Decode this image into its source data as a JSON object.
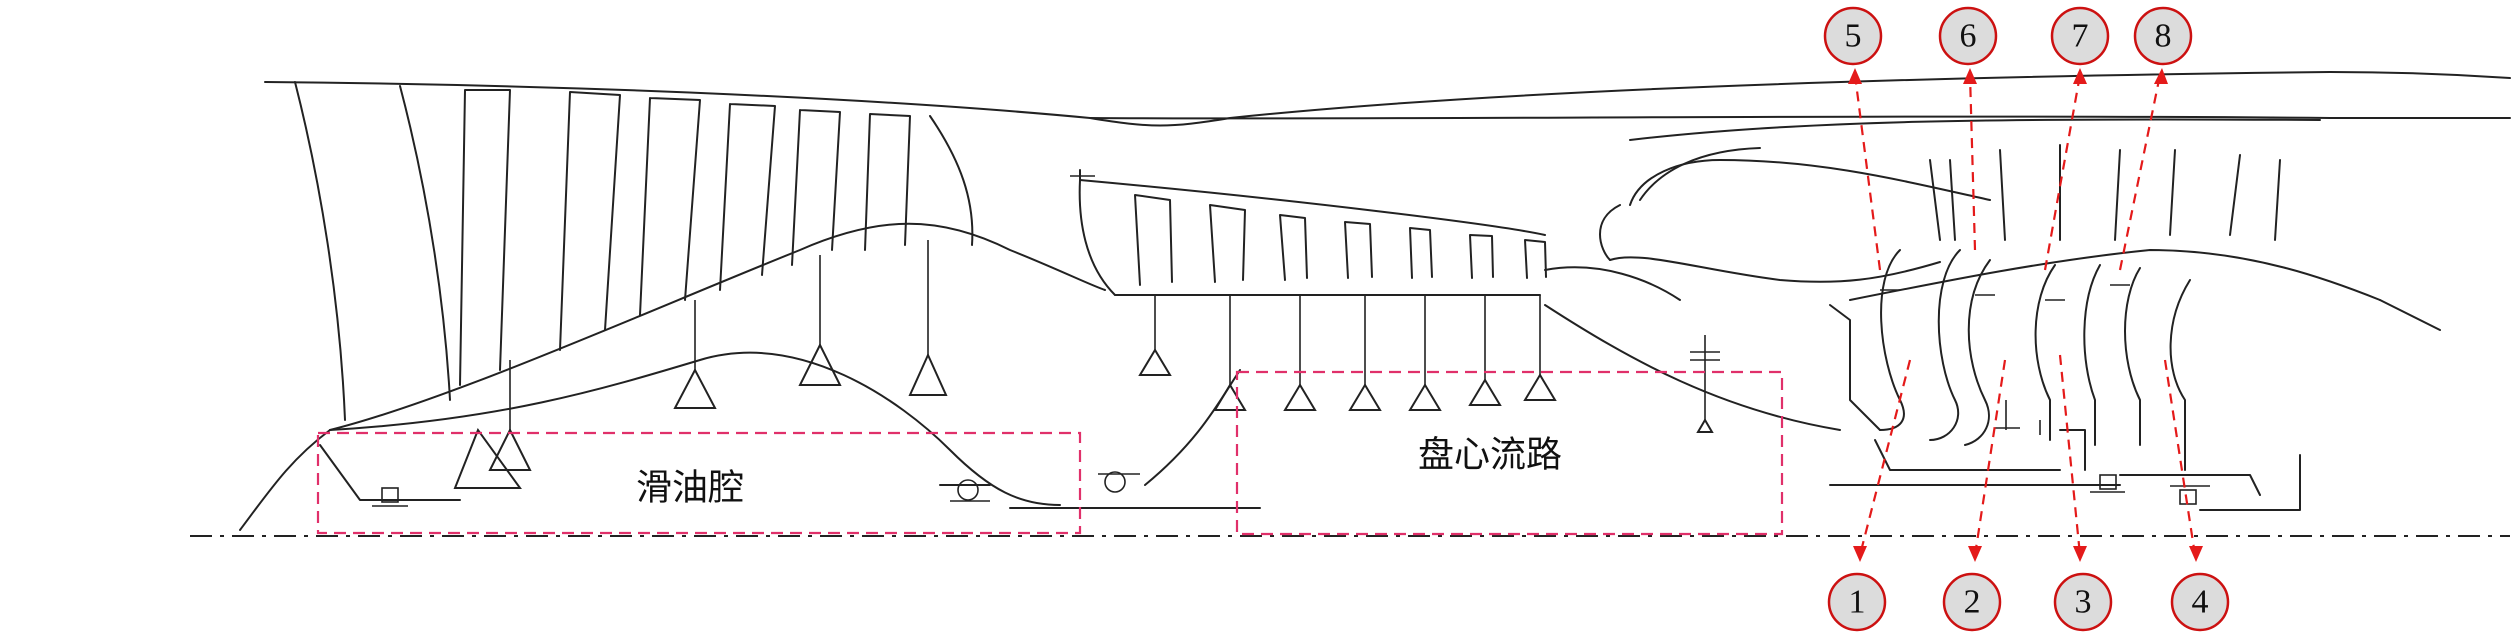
{
  "regions": {
    "oil_cavity": "滑油腔",
    "disc_flow_path": "盘心流路"
  },
  "callouts": {
    "top": [
      "5",
      "6",
      "7",
      "8"
    ],
    "bottom": [
      "1",
      "2",
      "3",
      "4"
    ]
  },
  "colors": {
    "callout_stroke": "#cc1111",
    "callout_fill": "#dcdcdc",
    "leader": "#e41a1a",
    "region_box": "#e0306a",
    "line": "#222222"
  }
}
